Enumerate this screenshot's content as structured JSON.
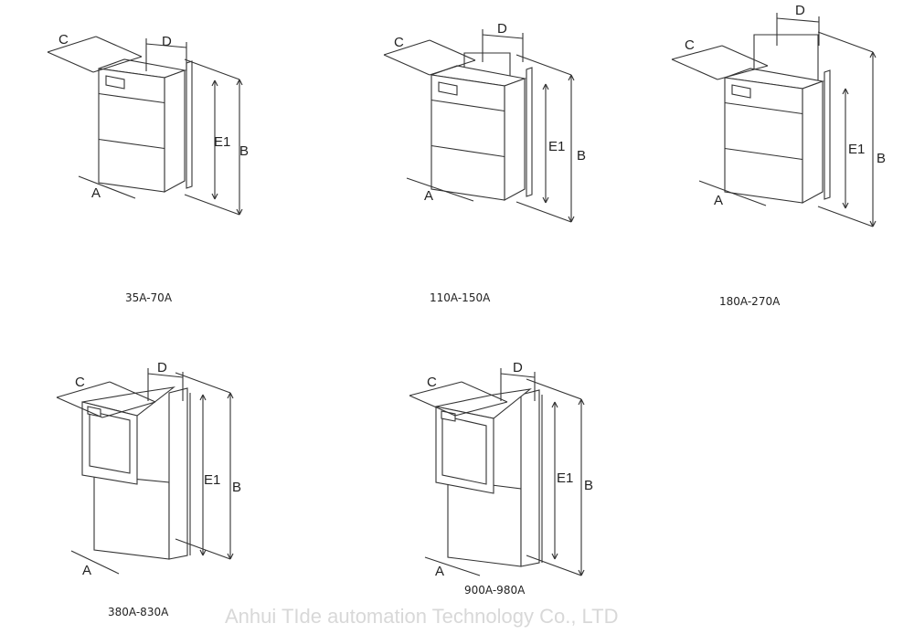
{
  "labels": {
    "a": "A",
    "b": "B",
    "c": "C",
    "d": "D",
    "e1": "E1"
  },
  "units": [
    {
      "caption": "35A-70A"
    },
    {
      "caption": "110A-150A"
    },
    {
      "caption": "180A-270A"
    },
    {
      "caption": "380A-830A"
    },
    {
      "caption": "900A-980A"
    }
  ],
  "watermark": "Anhui TIde automation Technology Co., LTD"
}
